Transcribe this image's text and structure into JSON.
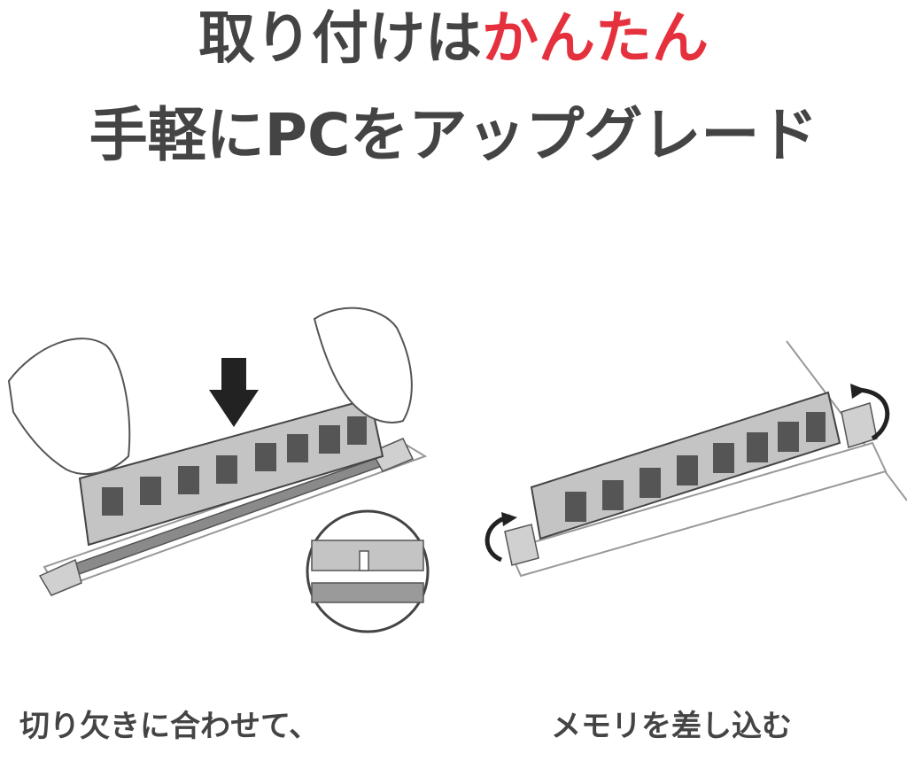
{
  "headline": {
    "line1_main": "取り付けは",
    "line1_accent": "かんたん",
    "line2": "手軽にPCをアップグレード"
  },
  "captions": {
    "left": "切り欠きに合わせて、",
    "right": "メモリを差し込む"
  },
  "colors": {
    "text": "#444444",
    "accent": "#e5313d",
    "module_fill": "#c4c4c4",
    "chip_fill": "#555555",
    "arrow_fill": "#222222"
  },
  "icons": [
    "down-arrow-icon",
    "rotate-arrow-icon",
    "magnifier-inset-icon"
  ]
}
